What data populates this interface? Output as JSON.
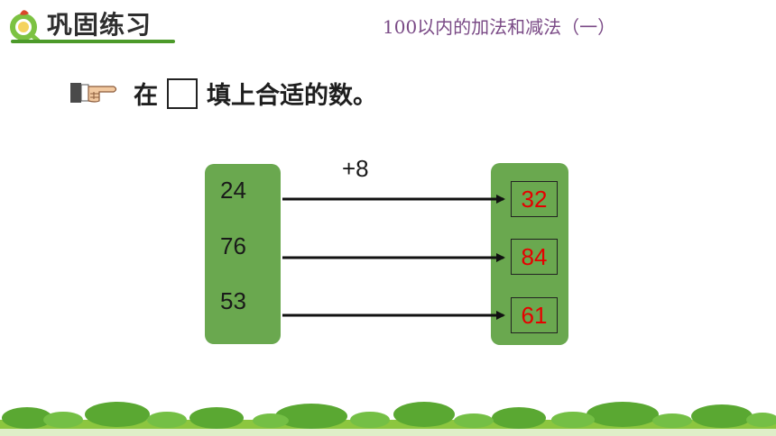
{
  "header": {
    "title": "巩固练习",
    "subtitle": "100以内的加法和减法（一）"
  },
  "instruction": {
    "before": "在",
    "after": "填上合适的数。"
  },
  "operation": "+8",
  "inputs": [
    "24",
    "76",
    "53"
  ],
  "outputs": [
    "32",
    "84",
    "61"
  ],
  "colors": {
    "panel": "#6aa84f",
    "answer": "#e60000",
    "accent": "#4c9a2a",
    "subtitle": "#7a4a86"
  },
  "icons": {
    "logo": "leaf-q-logo-icon",
    "pointer": "pointing-hand-icon"
  }
}
